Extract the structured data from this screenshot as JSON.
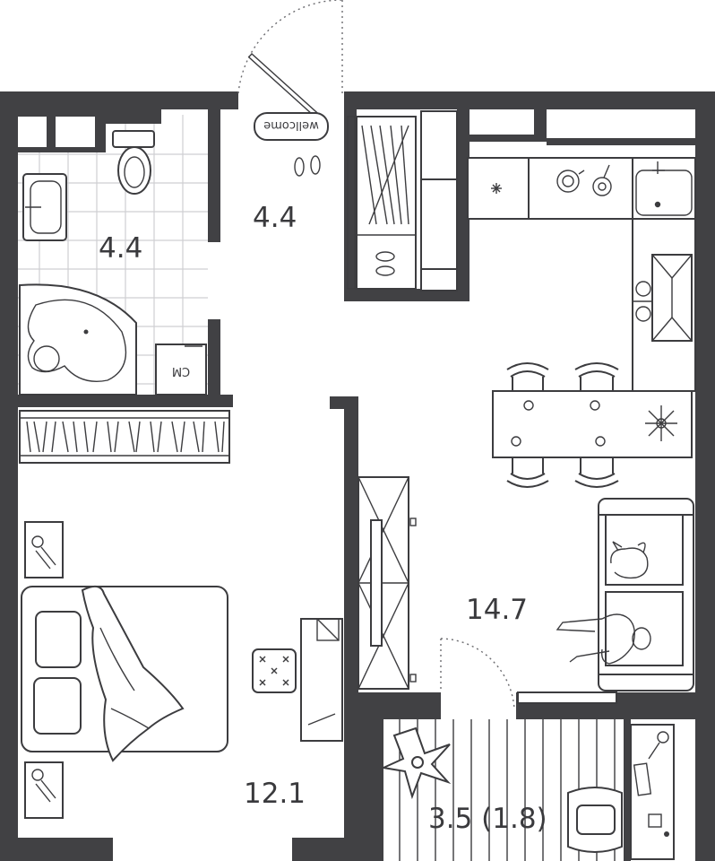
{
  "plan": {
    "rooms": [
      {
        "id": "bathroom",
        "area": "4.4"
      },
      {
        "id": "hall",
        "area": "4.4"
      },
      {
        "id": "kitchen-living",
        "area": "14.7"
      },
      {
        "id": "bedroom",
        "area": "12.1"
      },
      {
        "id": "balcony",
        "area": "3.5 (1.8)"
      }
    ],
    "doormat_text": "wellcome",
    "washer_label": "СМ"
  },
  "colors": {
    "wall": "#414144",
    "line": "#3c3c3f",
    "tile_grid": "#cfcfd2"
  }
}
